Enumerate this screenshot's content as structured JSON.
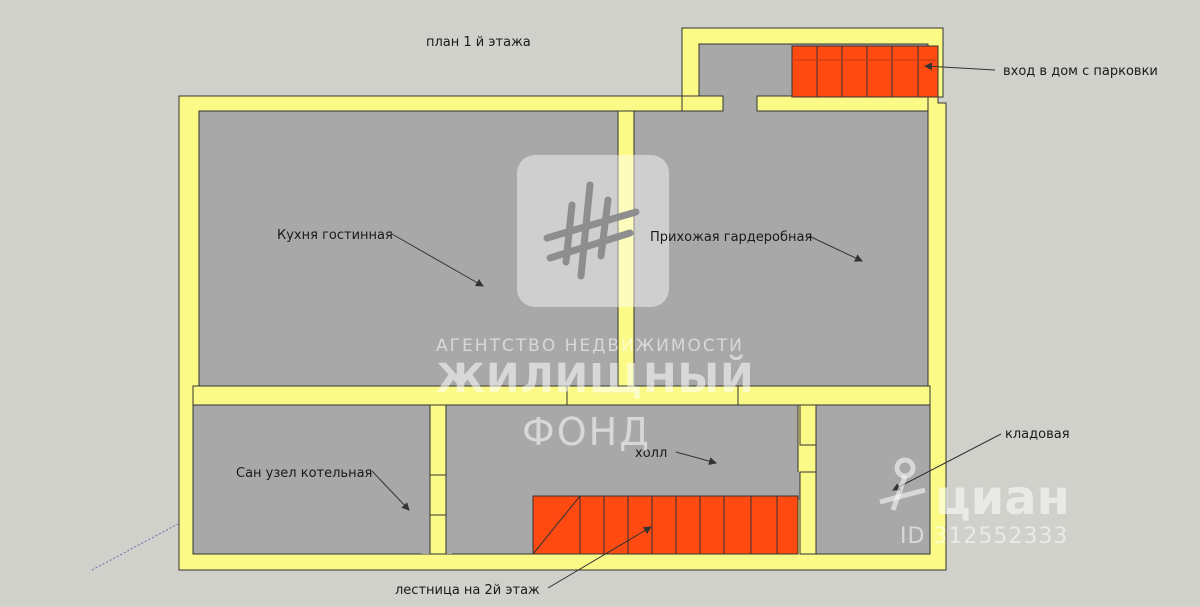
{
  "plan_title": "план 1 й этажа",
  "rooms": {
    "kitchen_living": "Кухня гостинная",
    "hallway_wardrobe": "Прихожая гардеробная",
    "bathroom_boiler": "Сан узел котельная",
    "hall": "холл",
    "storage": "кладовая"
  },
  "annotations": {
    "entrance": "вход в дом с парковки",
    "stairs": "лестница на 2й этаж"
  },
  "watermarks": {
    "agency_line1": "АГЕНТСТВО НЕДВИЖИМОСТИ",
    "agency_line2": "ЖИЛИЩНЫЙ",
    "agency_line3": "ФОНД",
    "site_name": "циан",
    "listing_id": "ID 312552333"
  },
  "colors": {
    "background": "#cfd1ca",
    "wall": "#fbfa86",
    "floor": "#a8a8a8",
    "stairs": "#ff4a12"
  }
}
